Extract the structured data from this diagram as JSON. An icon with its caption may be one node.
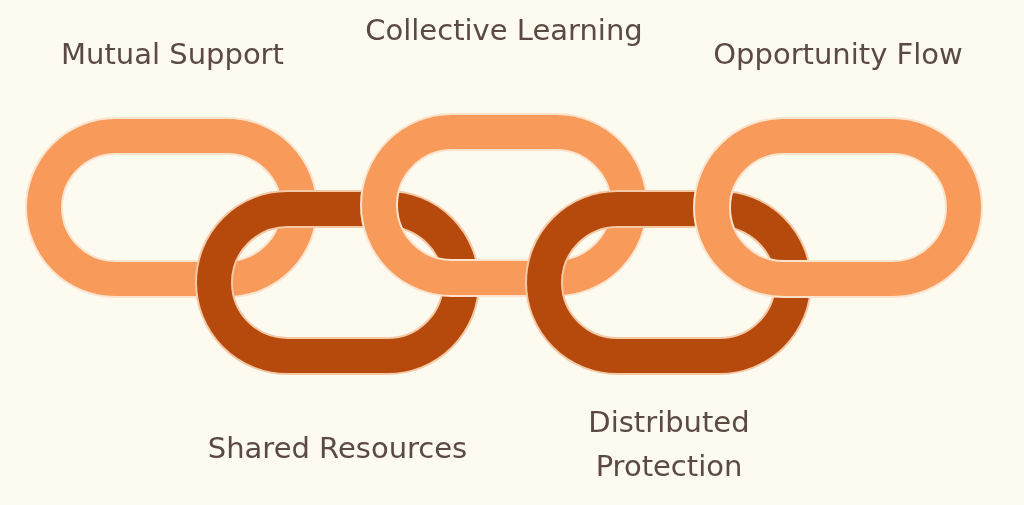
{
  "diagram": {
    "nodes": [
      {
        "text": [
          "Mutual Support"
        ]
      },
      {
        "text": [
          "Shared Resources"
        ]
      },
      {
        "text": [
          "Collective Learning"
        ]
      },
      {
        "text": [
          "Distributed Protection"
        ]
      },
      {
        "text": [
          "Opportunity Flow"
        ]
      }
    ]
  }
}
